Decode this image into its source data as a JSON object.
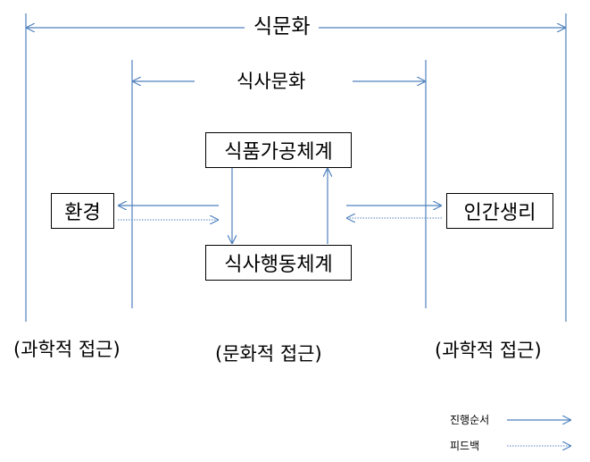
{
  "diagram": {
    "outer_label": "식문화",
    "inner_label": "식사문화",
    "boxes": {
      "processing": "식품가공체계",
      "behavior": "식사행동체계",
      "environment": "환경",
      "physiology": "인간생리"
    },
    "approaches": {
      "left": "(과학적 접근)",
      "center": "(문화적 접근)",
      "right": "(과학적 접근)"
    },
    "legend": {
      "sequence": "진행순서",
      "feedback": "피드백"
    },
    "colors": {
      "line": "#4f81bd",
      "text": "#000000",
      "box_border": "#000000"
    }
  }
}
